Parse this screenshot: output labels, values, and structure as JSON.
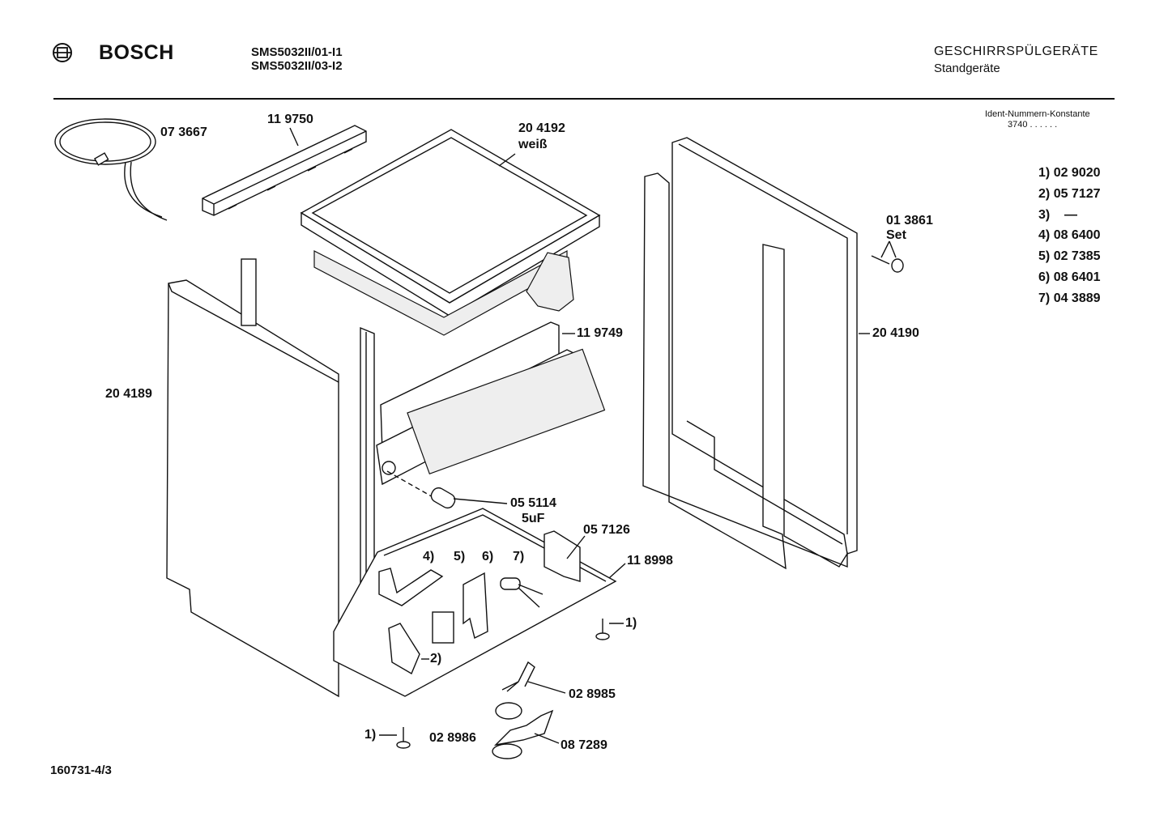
{
  "header": {
    "brand": "BOSCH",
    "models": [
      "SMS5032II/01-I1",
      "SMS5032II/03-I2"
    ],
    "category_title": "GESCHIRRSPÜLGERÄTE",
    "category_sub": "Standgeräte",
    "ident_label": "Ident-Nummern-Konstante",
    "ident_value": "3740  . .  . . . ."
  },
  "parts": [
    {
      "id": "cable",
      "text": "07 3667"
    },
    {
      "id": "rail-top",
      "text": "11 9750"
    },
    {
      "id": "worktop",
      "text": "20 4192"
    },
    {
      "id": "worktop-color",
      "text": "weiß"
    },
    {
      "id": "screw-set-no",
      "text": "01 3861"
    },
    {
      "id": "screw-set",
      "text": "Set"
    },
    {
      "id": "crossbar",
      "text": "11 9749"
    },
    {
      "id": "side-right",
      "text": "20 4190"
    },
    {
      "id": "side-left",
      "text": "20 4189"
    },
    {
      "id": "capacitor",
      "text": "05 5114"
    },
    {
      "id": "capacitor-value",
      "text": "5uF"
    },
    {
      "id": "bracket",
      "text": "05 7126"
    },
    {
      "id": "base",
      "text": "11 8998"
    },
    {
      "id": "callout-4",
      "text": "4)"
    },
    {
      "id": "callout-5",
      "text": "5)"
    },
    {
      "id": "callout-6",
      "text": "6)"
    },
    {
      "id": "callout-7",
      "text": "7)"
    },
    {
      "id": "callout-2",
      "text": "2)"
    },
    {
      "id": "callout-1-right",
      "text": "1)"
    },
    {
      "id": "callout-1-left",
      "text": "1)"
    },
    {
      "id": "switch",
      "text": "02 8985"
    },
    {
      "id": "float",
      "text": "02 8986"
    },
    {
      "id": "level-switch",
      "text": "08 7289"
    }
  ],
  "index_list": [
    {
      "key": "1)",
      "value": "02 9020"
    },
    {
      "key": "2)",
      "value": "05 7127"
    },
    {
      "key": "3)",
      "value": "—"
    },
    {
      "key": "4)",
      "value": "08 6400"
    },
    {
      "key": "5)",
      "value": "02 7385"
    },
    {
      "key": "6)",
      "value": "08 6401"
    },
    {
      "key": "7)",
      "value": "04 3889"
    }
  ],
  "footer": {
    "drawing_no": "160731-4/3"
  }
}
